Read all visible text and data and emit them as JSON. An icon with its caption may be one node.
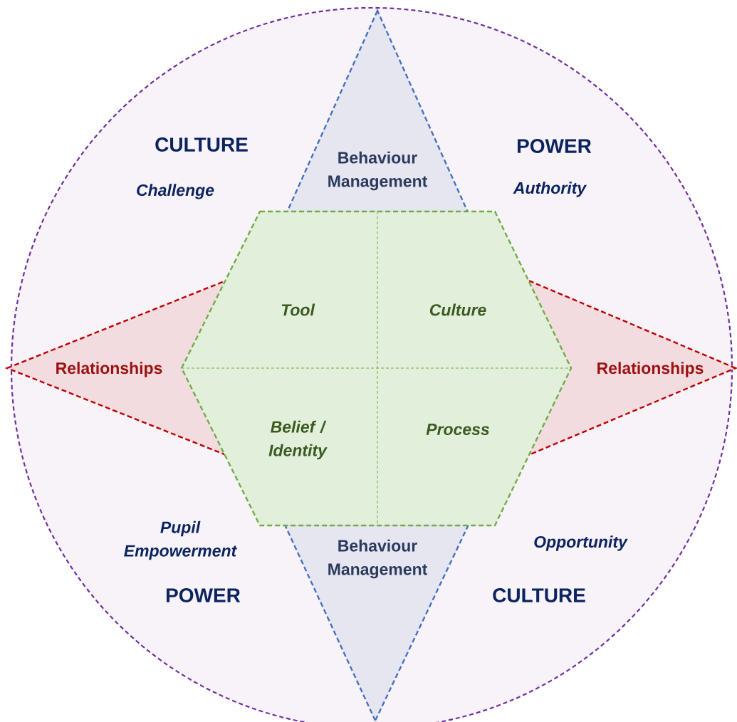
{
  "diagram": {
    "nodes": [
      {
        "text": [],
        "shape": "circle"
      },
      {
        "text": [
          "Behaviour Management"
        ],
        "in": 0
      },
      {
        "text": [
          "Relationships"
        ],
        "in": 0
      },
      {
        "text": [],
        "shape": "hexagon",
        "in": 0
      },
      {
        "text": [
          "Tool"
        ],
        "in": 3
      },
      {
        "text": [
          "Culture"
        ],
        "in": 3
      },
      {
        "text": [
          "Relationships"
        ],
        "in": 0
      },
      {
        "text": [
          "Belief / Identity"
        ],
        "in": 3
      },
      {
        "text": [
          "Process"
        ],
        "in": 3
      },
      {
        "text": [
          "Behaviour Management"
        ],
        "in": 0
      }
    ],
    "labels": [
      "CULTURE",
      "POWER",
      "Challenge",
      "Authority",
      "Pupil Empowerment",
      "Opportunity",
      "POWER",
      "CULTURE"
    ]
  }
}
